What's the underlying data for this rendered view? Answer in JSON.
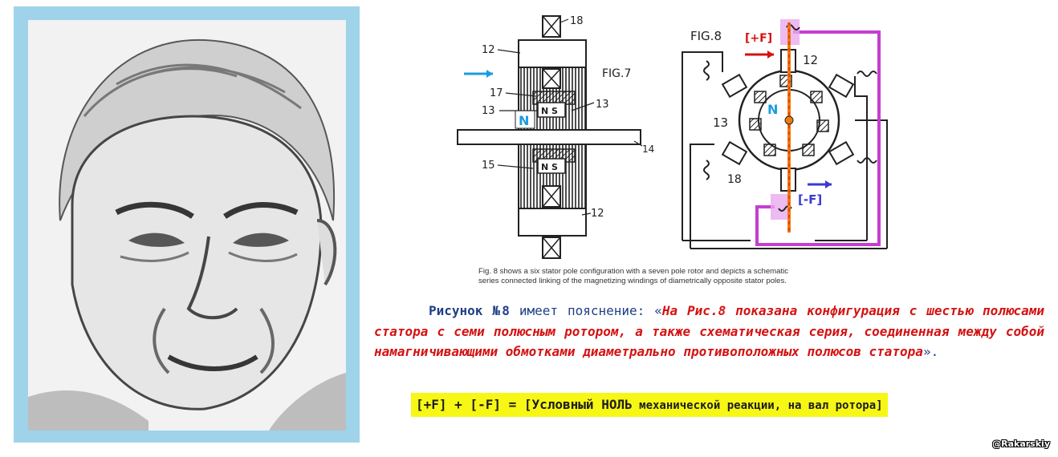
{
  "figure7": {
    "title": "FIG.7",
    "labels": {
      "l18": "18",
      "l12_top": "12",
      "l17": "17",
      "l13_left": "13",
      "l13_right": "13",
      "l15": "15",
      "l14": "14",
      "l12_bottom": "12",
      "pole_n": "N",
      "ns_top": "N S",
      "ns_bottom": "N S"
    }
  },
  "figure8": {
    "title": "FIG.8",
    "labels": {
      "plus_f": "[+F]",
      "minus_f": "[-F]",
      "l12": "12",
      "l13": "13",
      "l18": "18",
      "rotor_n": "N"
    }
  },
  "caption": {
    "line1": "Fig. 8 shows a six stator pole configuration with a seven pole rotor and depicts a schematic",
    "line2": "series connected linking of the magnetizing windings of diametrically opposite stator poles."
  },
  "explanation": {
    "lead": "Рисунок №8",
    "middle": " имеет пояснение: «",
    "quote": "На Рис.8 показана конфигурация с шестью полюсами статора с семи полюсным ротором, а также схематическая серия, соединенная между собой намагничивающими обмотками диаметрально противоположных полюсов статора",
    "end": "»."
  },
  "formula": {
    "main": "[+F] + [-F] = [Условный НОЛЬ",
    "rest": " механической реакции, на вал ротора]"
  },
  "watermark": "@Rakarskiy",
  "colors": {
    "frame": "#9fd3ea",
    "quote": "#d41212",
    "plain": "#1f3f86",
    "highlight": "#f7f716",
    "magenta": "#c43fd0",
    "orange": "#f07a10"
  }
}
